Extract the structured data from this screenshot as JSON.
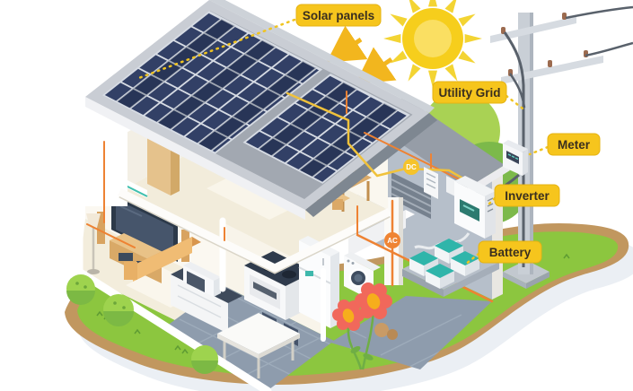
{
  "diagram": {
    "labels": {
      "solar_panels": "Solar panels",
      "utility_grid": "Utility Grid",
      "meter": "Meter",
      "inverter": "Inverter",
      "battery": "Battery"
    },
    "badges": {
      "dc": "DC",
      "ac": "AC"
    },
    "colors": {
      "label_bg": "#F6C51D",
      "label_text": "#3A2F1F",
      "wire_orange": "#EE8233",
      "wire_dc_yellow": "#F0C23B",
      "badge_dc_bg": "#F5C32B",
      "badge_ac_bg": "#EF8433",
      "sun_yellow": "#F6CE1C",
      "panel_navy": "#324066",
      "roof_gray": "#A2A8B1",
      "grass_green": "#8CC63F",
      "soil_tan": "#C1975F",
      "battery_teal": "#2FB5AA",
      "utility_wall_gray": "#B6BFCA"
    }
  }
}
